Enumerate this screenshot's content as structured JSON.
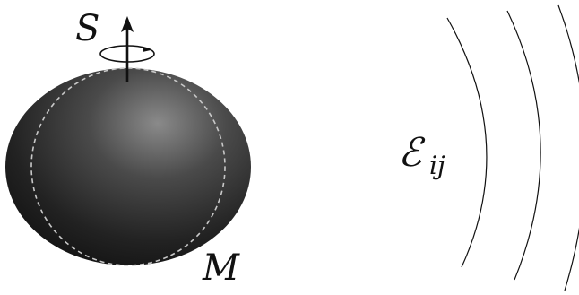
{
  "labels": {
    "spin": "S",
    "mass": "M",
    "tidal_field_symbol": "ℰ",
    "tidal_field_indices": "ij"
  },
  "colors": {
    "body_highlight": "#8a8a8a",
    "body_mid": "#3a3a3a",
    "body_dark": "#141414",
    "dashed_outline": "#c8c8c8",
    "ink": "#111111",
    "background": "#ffffff"
  },
  "icons": {
    "spin_arrow": "up-arrow-icon",
    "rotation": "rotation-loop-icon"
  }
}
